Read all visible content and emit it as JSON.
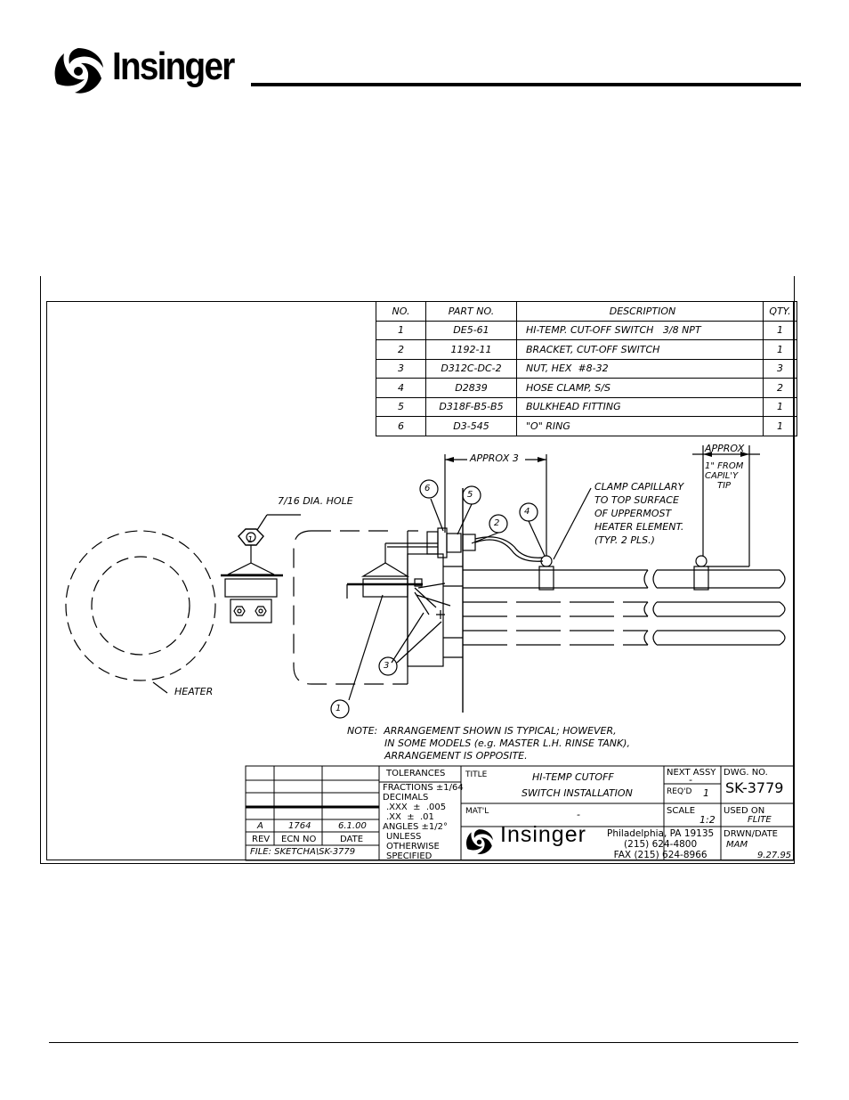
{
  "header": {
    "brand": "Insinger",
    "logo_icon": "insinger-swirl-logo"
  },
  "parts_table": {
    "headers": {
      "no": "NO.",
      "part": "PART NO.",
      "desc": "DESCRIPTION",
      "qty": "QTY."
    },
    "rows": [
      {
        "no": "1",
        "part": "DE5-61",
        "desc": "HI-TEMP. CUT-OFF SWITCH   3/8 NPT",
        "qty": "1"
      },
      {
        "no": "2",
        "part": "1192-11",
        "desc": "BRACKET, CUT-OFF SWITCH",
        "qty": "1"
      },
      {
        "no": "3",
        "part": "D312C-DC-2",
        "desc": "NUT, HEX  #8-32",
        "qty": "3"
      },
      {
        "no": "4",
        "part": "D2839",
        "desc": "HOSE CLAMP, S/S",
        "qty": "2"
      },
      {
        "no": "5",
        "part": "D318F-B5-B5",
        "desc": "BULKHEAD FITTING",
        "qty": "1"
      },
      {
        "no": "6",
        "part": "D3-545",
        "desc": "\"O\" RING",
        "qty": "1"
      }
    ]
  },
  "drawing": {
    "approx_3": "APPROX 3",
    "approx": "APPROX",
    "from_tip": [
      "1\" FROM",
      "CAPIL'Y",
      "TIP"
    ],
    "hole": "7/16 DIA. HOLE",
    "clamp_note": [
      "CLAMP CAPILLARY",
      "TO TOP SURFACE",
      "OF UPPERMOST",
      "HEATER ELEMENT.",
      "(TYP. 2 PLS.)"
    ],
    "heater": "HEATER",
    "balloons": [
      "6",
      "5",
      "2",
      "4",
      "1",
      "3",
      "1"
    ],
    "note": [
      "NOTE:  ARRANGEMENT SHOWN IS TYPICAL; HOWEVER,",
      "IN SOME MODELS (e.g. MASTER L.H. RINSE TANK),",
      "ARRANGEMENT IS OPPOSITE."
    ]
  },
  "title_block": {
    "rev": {
      "letter": "A",
      "ecn": "1764",
      "date": "6.1.00"
    },
    "rev_header": {
      "rev": "REV",
      "ecn": "ECN NO",
      "date": "DATE"
    },
    "file": "FILE: SKETCHA\\SK-3779",
    "tolerances": [
      "TOLERANCES",
      "FRACTIONS ±1/64",
      "DECIMALS",
      ".XXX  ±  .005",
      ".XX  ±  .01",
      "ANGLES ±1/2°",
      "UNLESS",
      "OTHERWISE",
      "SPECIFIED"
    ],
    "title_label": "TITLE",
    "title": [
      "HI-TEMP CUTOFF",
      "SWITCH INSTALLATION"
    ],
    "matl_label": "MAT'L",
    "matl": "-",
    "next_assy_label": "NEXT ASSY",
    "next_assy": "-",
    "reqd_label": "REQ'D",
    "reqd": "1",
    "scale_label": "SCALE",
    "scale": "1:2",
    "dwg_label": "DWG. NO.",
    "dwg": "SK-3779",
    "used_on_label": "USED ON",
    "used_on": "FLITE",
    "drwn_label": "DRWN/DATE",
    "drwn": "MAM",
    "drwn_date": "9.27.95",
    "company": "Insinger",
    "address": [
      "Philadelphia, PA 19135",
      "(215) 624-4800",
      "FAX (215) 624-8966"
    ]
  }
}
